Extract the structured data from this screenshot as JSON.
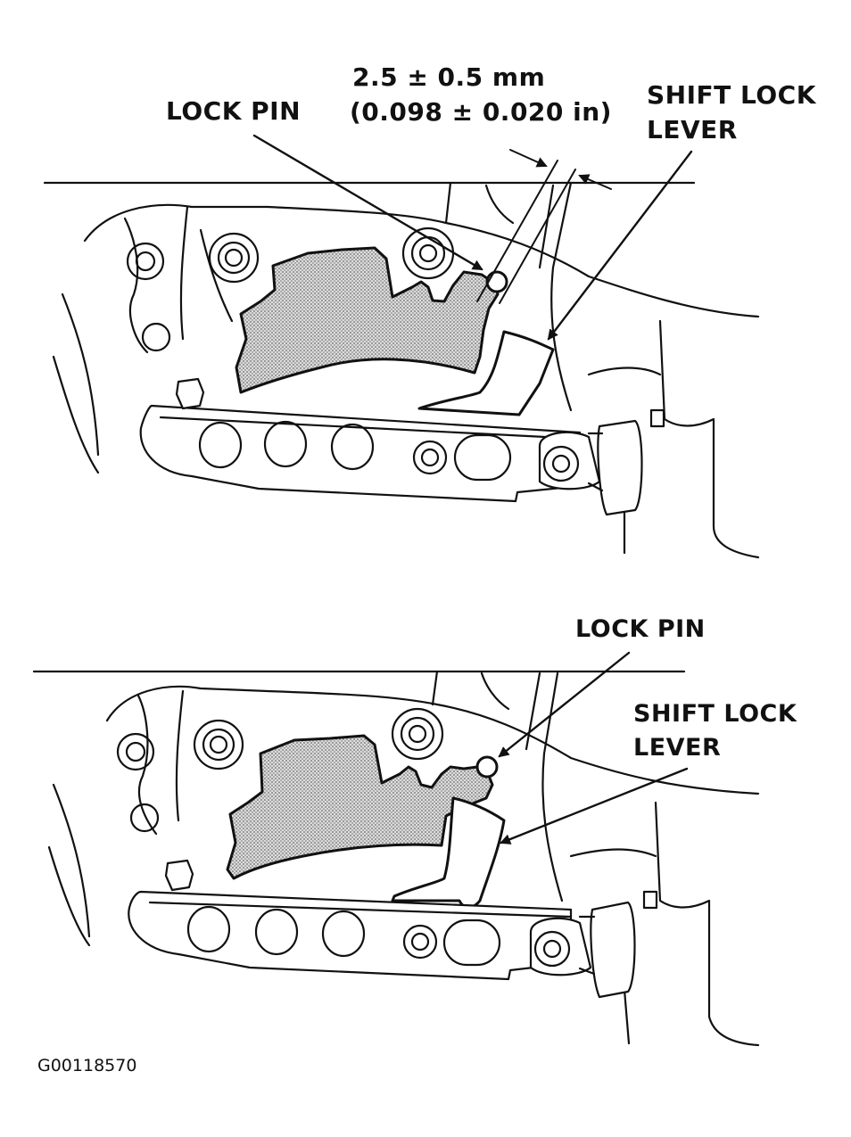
{
  "top_view": {
    "measurement_mm": "2.5 ± 0.5 mm",
    "measurement_in": "(0.098 ± 0.020 in)",
    "lock_pin_label": "LOCK PIN",
    "shift_lock_label_line1": "SHIFT LOCK",
    "shift_lock_label_line2": "LEVER"
  },
  "bottom_view": {
    "lock_pin_label": "LOCK PIN",
    "shift_lock_label_line1": "SHIFT LOCK",
    "shift_lock_label_line2": "LEVER"
  },
  "figure_code": "G00118570",
  "colors": {
    "ink": "#111111",
    "stipple": "#b9b9b9",
    "paper": "#ffffff"
  }
}
